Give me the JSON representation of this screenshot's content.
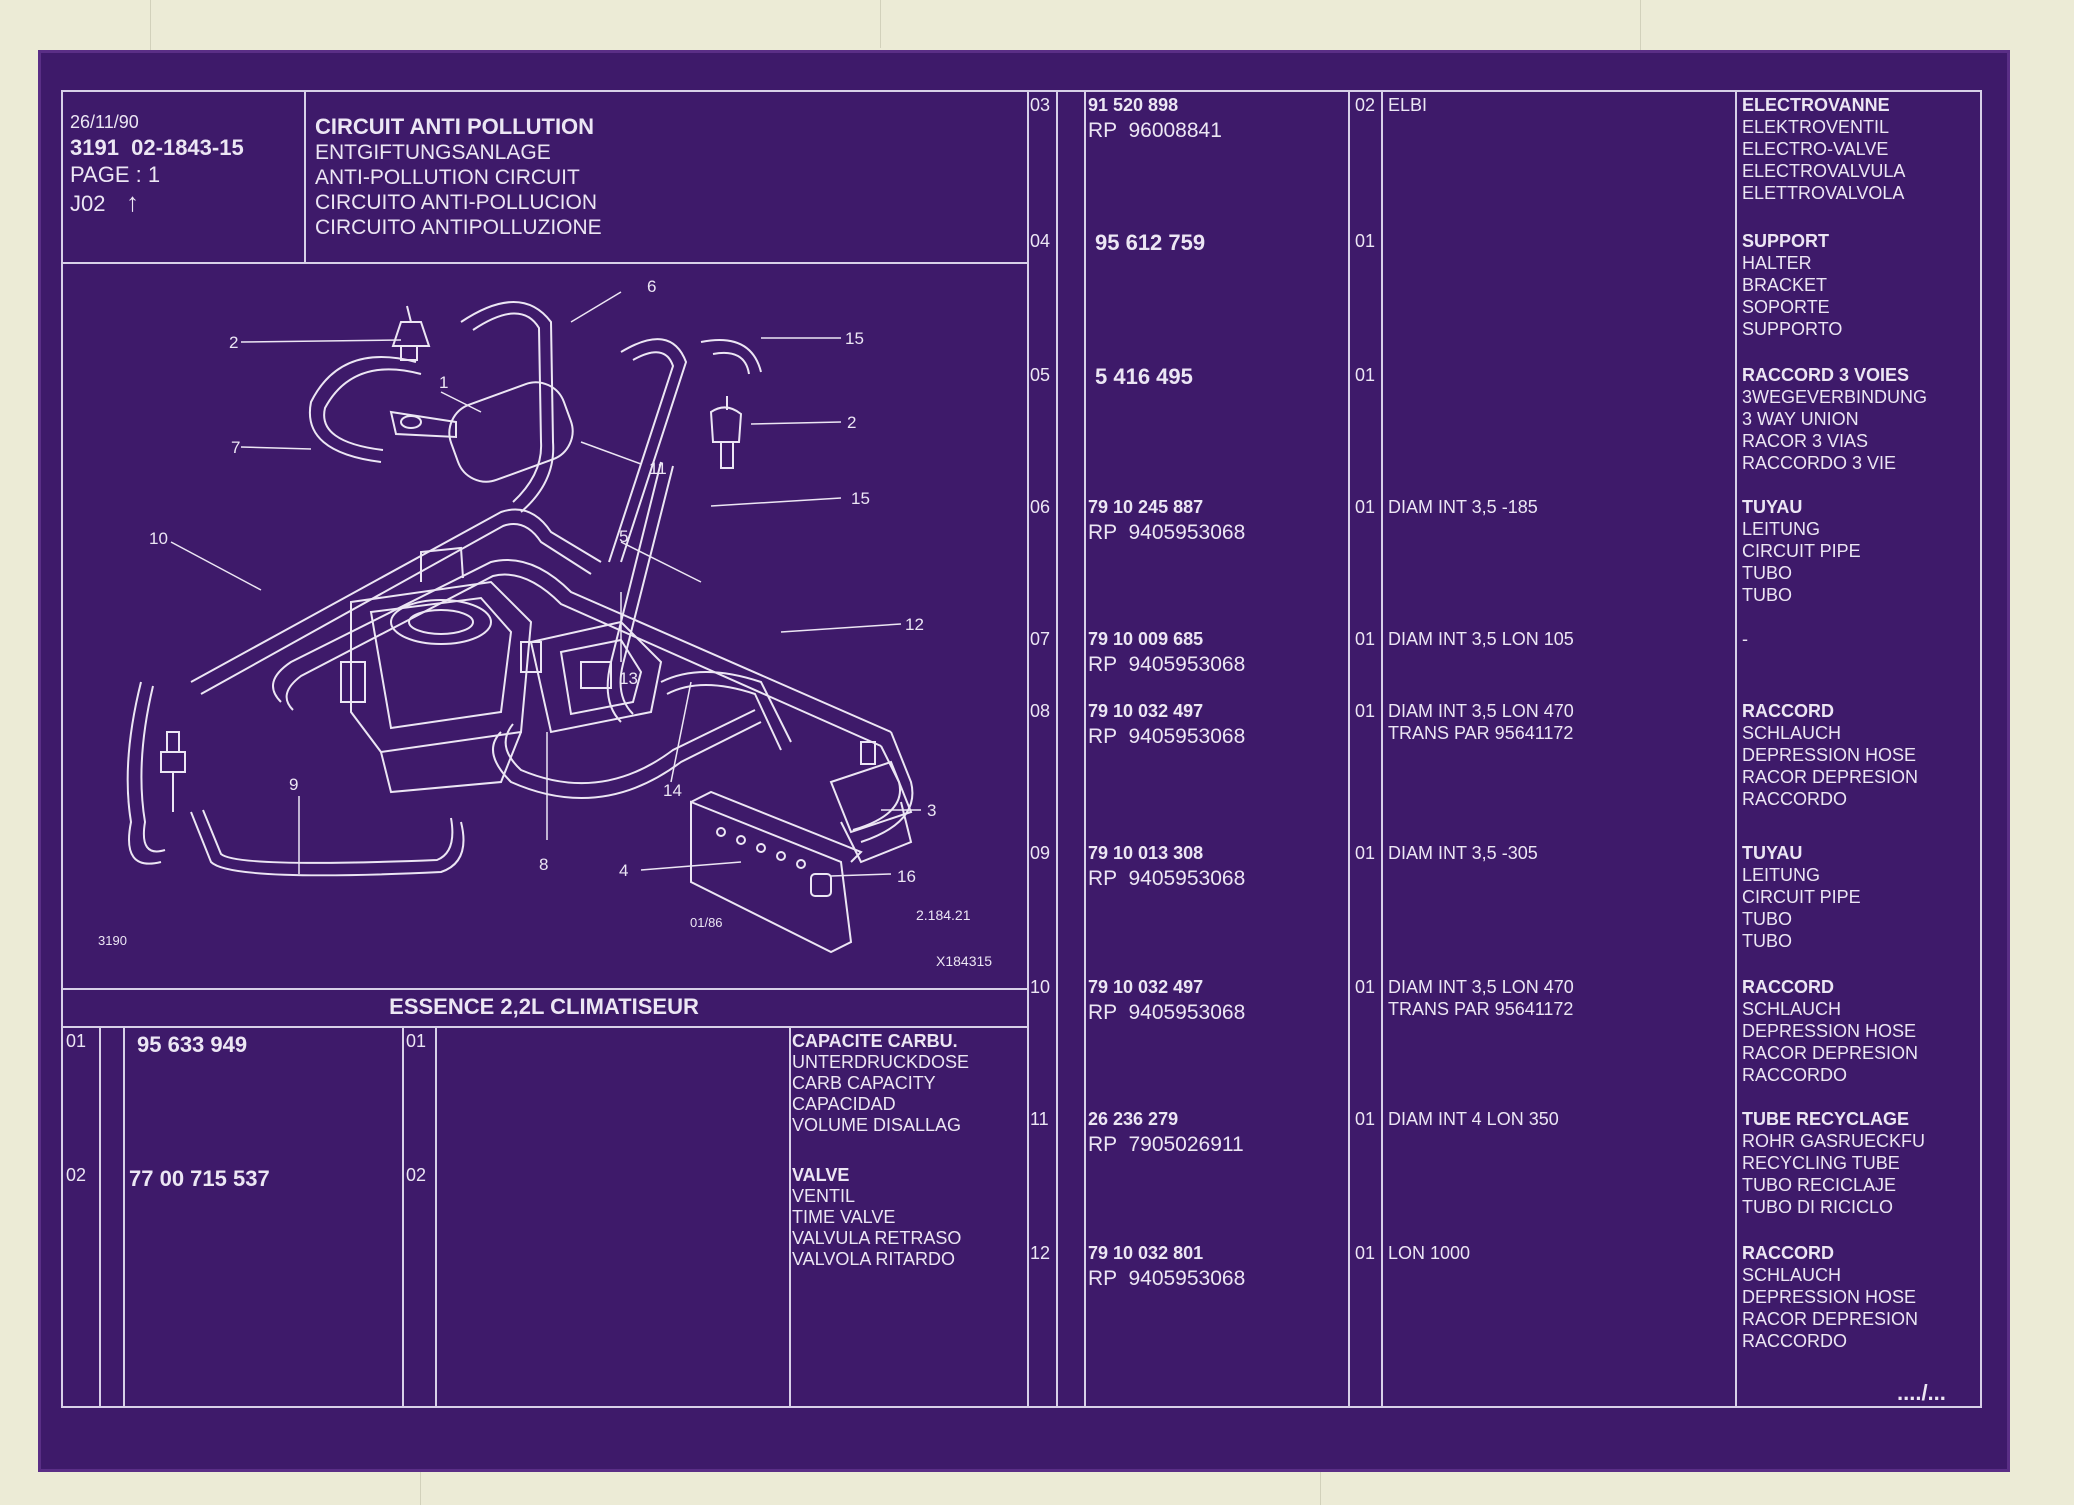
{
  "header": {
    "date": "26/11/90",
    "reference": "3191  02-1843-15",
    "page": "PAGE : 1",
    "code": "J02",
    "up_arrow": "↑",
    "titles": [
      "CIRCUIT ANTI POLLUTION",
      "ENTGIFTUNGSANLAGE",
      "ANTI-POLLUTION CIRCUIT",
      "CIRCUITO ANTI-POLLUCION",
      "CIRCUITO ANTIPOLLUZIONE"
    ]
  },
  "diagram": {
    "icon": "anti-pollution-circuit-illustration",
    "callouts": [
      "1",
      "2",
      "2",
      "3",
      "4",
      "5",
      "6",
      "7",
      "8",
      "9",
      "10",
      "11",
      "12",
      "13",
      "14",
      "15",
      "15",
      "16"
    ],
    "ref_left": "3190",
    "ref_date": "01/86",
    "ref_code": "2.184.21",
    "ref_bottom": "X184315"
  },
  "variant_title": "ESSENCE 2,2L CLIMATISEUR",
  "left_items": [
    {
      "pos": "01",
      "part": "95 633 949",
      "qty": "01",
      "desc": [
        "CAPACITE CARBU.",
        "UNTERDRUCKDOSE",
        "CARB CAPACITY",
        "CAPACIDAD",
        "VOLUME DISALLAG"
      ]
    },
    {
      "pos": "02",
      "part": "77 00 715 537",
      "qty": "02",
      "desc": [
        "VALVE",
        "VENTIL",
        "TIME VALVE",
        "VALVULA RETRASO",
        "VALVOLA RITARDO"
      ]
    }
  ],
  "right_items": [
    {
      "pos": "03",
      "part": "91 520 898",
      "rp": "RP  96008841",
      "qty": "02",
      "spec": [
        "ELBI"
      ],
      "desc": [
        "ELECTROVANNE",
        "ELEKTROVENTIL",
        "ELECTRO-VALVE",
        "ELECTROVALVULA",
        "ELETTROVALVOLA"
      ]
    },
    {
      "pos": "04",
      "part": "95 612 759",
      "rp": "",
      "qty": "01",
      "spec": [],
      "desc": [
        "SUPPORT",
        "HALTER",
        "BRACKET",
        "SOPORTE",
        "SUPPORTO"
      ]
    },
    {
      "pos": "05",
      "part": "5 416 495",
      "rp": "",
      "qty": "01",
      "spec": [],
      "desc": [
        "RACCORD 3 VOIES",
        "3WEGEVERBINDUNG",
        "3 WAY UNION",
        "RACOR 3 VIAS",
        "RACCORDO 3 VIE"
      ]
    },
    {
      "pos": "06",
      "part": "79 10 245 887",
      "rp": "RP  9405953068",
      "qty": "01",
      "spec": [
        "DIAM INT 3,5 -185"
      ],
      "desc": [
        "TUYAU",
        "LEITUNG",
        "CIRCUIT PIPE",
        "TUBO",
        "TUBO"
      ]
    },
    {
      "pos": "07",
      "part": "79 10 009 685",
      "rp": "RP  9405953068",
      "qty": "01",
      "spec": [
        "DIAM INT 3,5 LON 105"
      ],
      "desc": [
        "-"
      ]
    },
    {
      "pos": "08",
      "part": "79 10 032 497",
      "rp": "RP  9405953068",
      "qty": "01",
      "spec": [
        "DIAM INT 3,5 LON 470",
        "TRANS PAR 95641172"
      ],
      "desc": [
        "RACCORD",
        "SCHLAUCH",
        "DEPRESSION HOSE",
        "RACOR DEPRESION",
        "RACCORDO"
      ]
    },
    {
      "pos": "09",
      "part": "79 10 013 308",
      "rp": "RP  9405953068",
      "qty": "01",
      "spec": [
        "DIAM INT 3,5 -305"
      ],
      "desc": [
        "TUYAU",
        "LEITUNG",
        "CIRCUIT PIPE",
        "TUBO",
        "TUBO"
      ]
    },
    {
      "pos": "10",
      "part": "79 10 032 497",
      "rp": "RP  9405953068",
      "qty": "01",
      "spec": [
        "DIAM INT 3,5 LON 470",
        "TRANS PAR 95641172"
      ],
      "desc": [
        "RACCORD",
        "SCHLAUCH",
        "DEPRESSION HOSE",
        "RACOR DEPRESION",
        "RACCORDO"
      ]
    },
    {
      "pos": "11",
      "part": "26 236 279",
      "rp": "RP  7905026911",
      "qty": "01",
      "spec": [
        "DIAM INT 4 LON 350"
      ],
      "desc": [
        "TUBE RECYCLAGE",
        "ROHR GASRUECKFU",
        "RECYCLING TUBE",
        "TUBO RECICLAJE",
        "TUBO DI RICICLO"
      ]
    },
    {
      "pos": "12",
      "part": "79 10 032 801",
      "rp": "RP  9405953068",
      "qty": "01",
      "spec": [
        "LON 1000"
      ],
      "desc": [
        "RACCORD",
        "SCHLAUCH",
        "DEPRESSION HOSE",
        "RACOR DEPRESION",
        "RACCORDO"
      ]
    }
  ],
  "continuation": "..../...",
  "colors": {
    "film": "#3e1a6a",
    "ink": "#ece6f4",
    "background": "#ecebd6"
  }
}
